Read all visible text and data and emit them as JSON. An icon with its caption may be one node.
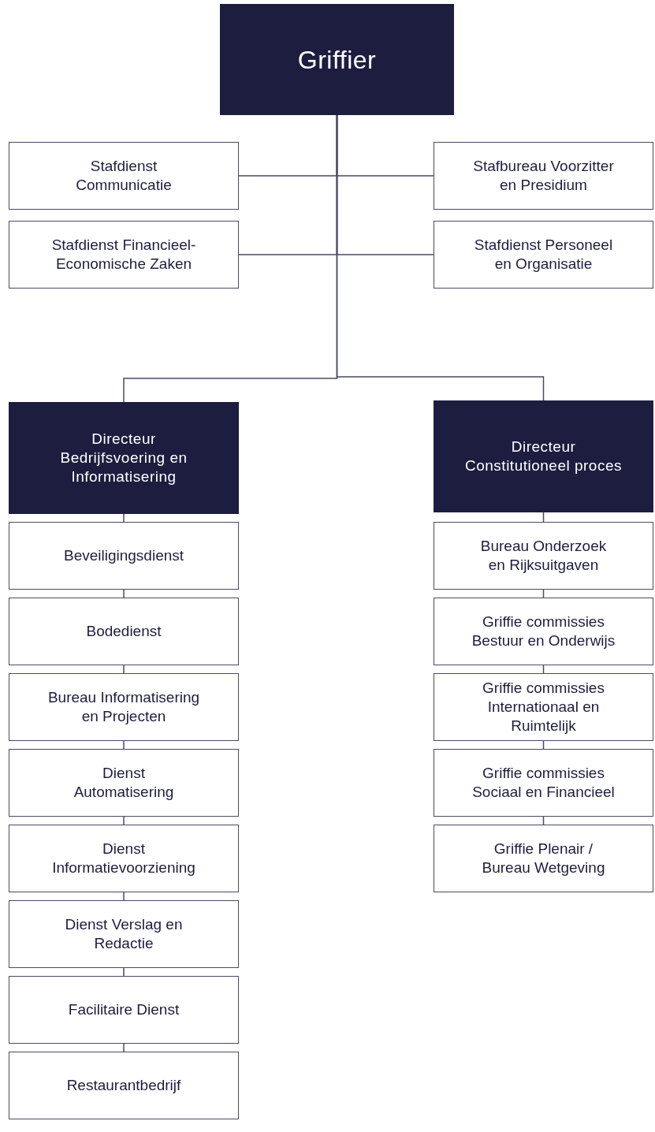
{
  "diagram": {
    "nodes": [
      {
        "text": [
          "Griffier"
        ]
      },
      {
        "text": [
          "Stafdienst Communicatie"
        ]
      },
      {
        "text": [
          "Stafbureau Voorzitter en Presidium"
        ]
      },
      {
        "text": [
          "Stafdienst Financieel- Economische Zaken"
        ]
      },
      {
        "text": [
          "Stafdienst Personeel en Organisatie"
        ]
      },
      {
        "text": [
          "Directeur Bedrijfsvoering en Informatisering"
        ]
      },
      {
        "text": [
          "Directeur Constitutioneel proces"
        ]
      },
      {
        "text": [
          "Beveiligingsdienst"
        ]
      },
      {
        "text": [
          "Bodedienst"
        ]
      },
      {
        "text": [
          "Bureau Informatisering en Projecten"
        ]
      },
      {
        "text": [
          "Dienst Automatisering"
        ]
      },
      {
        "text": [
          "Dienst Informatievoorziening"
        ]
      },
      {
        "text": [
          "Dienst Verslag en Redactie"
        ]
      },
      {
        "text": [
          "Facilitaire Dienst"
        ]
      },
      {
        "text": [
          "Restaurantbedrijf"
        ]
      },
      {
        "text": [
          "Bureau Onderzoek en Rijksuitgaven"
        ]
      },
      {
        "text": [
          "Griffie commissies Bestuur en Onderwijs"
        ]
      },
      {
        "text": [
          "Griffie commissies Internationaal en Ruimtelijk"
        ]
      },
      {
        "text": [
          "Griffie commissies Sociaal en Financieel"
        ]
      },
      {
        "text": [
          "Griffie Plenair / Bureau Wetgeving"
        ]
      }
    ],
    "edges": [
      {
        "from": 0,
        "to": 1,
        "arrow": "none"
      },
      {
        "from": 0,
        "to": 2,
        "arrow": "none"
      },
      {
        "from": 0,
        "to": 3,
        "arrow": "none"
      },
      {
        "from": 0,
        "to": 4,
        "arrow": "none"
      },
      {
        "from": 0,
        "to": 5,
        "arrow": "none"
      },
      {
        "from": 0,
        "to": 6,
        "arrow": "none"
      },
      {
        "from": 5,
        "to": 7,
        "arrow": "none"
      },
      {
        "from": 7,
        "to": 8,
        "arrow": "none"
      },
      {
        "from": 8,
        "to": 9,
        "arrow": "none"
      },
      {
        "from": 9,
        "to": 10,
        "arrow": "none"
      },
      {
        "from": 10,
        "to": 11,
        "arrow": "none"
      },
      {
        "from": 11,
        "to": 12,
        "arrow": "none"
      },
      {
        "from": 12,
        "to": 13,
        "arrow": "none"
      },
      {
        "from": 13,
        "to": 14,
        "arrow": "none"
      },
      {
        "from": 6,
        "to": 15,
        "arrow": "none"
      },
      {
        "from": 15,
        "to": 16,
        "arrow": "none"
      },
      {
        "from": 16,
        "to": 17,
        "arrow": "none"
      },
      {
        "from": 17,
        "to": 18,
        "arrow": "none"
      },
      {
        "from": 18,
        "to": 19,
        "arrow": "none"
      }
    ]
  }
}
